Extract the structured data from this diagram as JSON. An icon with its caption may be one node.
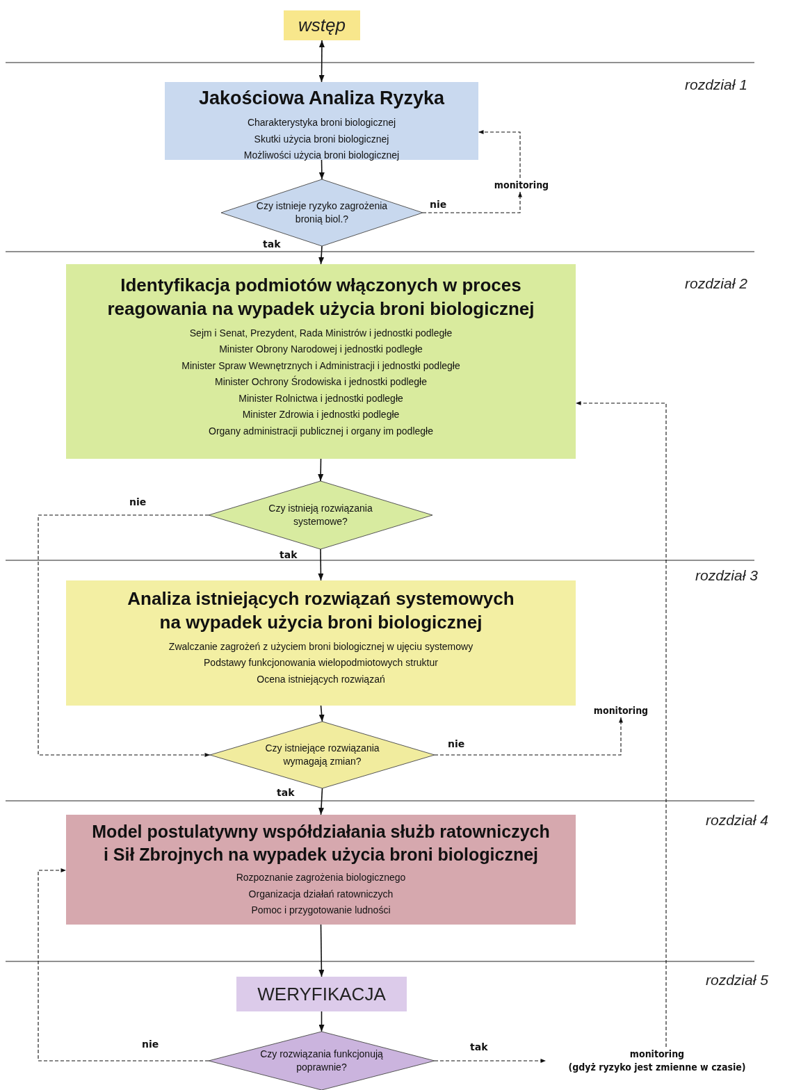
{
  "diagram": {
    "nodes": [
      {
        "text": [
          "wstęp"
        ]
      },
      {
        "text": [
          "Jakościowa Analiza Ryzyka",
          "Charakterystyka broni biologicznej",
          "Skutki użycia broni biologicznej",
          "Możliwości użycia broni biologicznej"
        ]
      },
      {
        "text": [
          "monitoring"
        ]
      },
      {
        "text": [
          "Czy istnieje ryzyko zagrożenia bronią biol.?"
        ]
      },
      {
        "text": [
          "Identyfikacja podmiotów włączonych w proces reagowania na wypadek użycia broni biologicznej",
          "Sejm i Senat, Prezydent, Rada Ministrów i jednostki podległe",
          "Minister Obrony Narodowej i jednostki podległe",
          "Minister Spraw Wewnętrznych i Administracji i jednostki podległe",
          "Minister Ochrony Środowiska i jednostki podległe",
          "Minister Rolnictwa i jednostki podległe",
          "Minister Zdrowia i jednostki podległe",
          "Organy administracji publicznej i organy im podległe"
        ]
      },
      {
        "text": [
          "Czy istnieją rozwiązania systemowe?"
        ]
      },
      {
        "text": [
          "Analiza istniejących rozwiązań systemowych na wypadek użycia broni biologicznej",
          "Zwalczanie zagrożeń z użyciem broni biologicznej w ujęciu systemowy",
          "Podstawy funkcjonowania wielopodmiotowych struktur",
          "Ocena istniejących rozwiązań"
        ]
      },
      {
        "text": [
          "monitoring"
        ]
      },
      {
        "text": [
          "Czy istniejące rozwiązania wymagają zmian?"
        ]
      },
      {
        "text": [
          "Model postulatywny współdziałania służb ratowniczych i Sił Zbrojnych na wypadek użycia broni biologicznej",
          "Rozpoznanie zagrożenia biologicznego",
          "Organizacja działań ratowniczych",
          "Pomoc i przygotowanie ludności"
        ]
      },
      {
        "text": [
          "WERYFIKACJA"
        ]
      },
      {
        "text": [
          "Czy rozwiązania funkcjonują poprawnie?"
        ]
      },
      {
        "text": [
          "monitoring",
          "(gdyż ryzyko jest zmienne w czasie)"
        ]
      }
    ],
    "edges": [
      {
        "from": 0,
        "to": 1,
        "arrow": "both"
      },
      {
        "from": 1,
        "to": 3,
        "arrow": "to"
      },
      {
        "from": 3,
        "to": 2,
        "arrow": "to",
        "label": "nie",
        "style": "dashed"
      },
      {
        "from": 2,
        "to": 1,
        "arrow": "to",
        "style": "dashed"
      },
      {
        "from": 3,
        "to": 4,
        "arrow": "to",
        "label": "tak"
      },
      {
        "from": 4,
        "to": 5,
        "arrow": "to"
      },
      {
        "from": 5,
        "to": 8,
        "arrow": "to",
        "label": "nie",
        "style": "dashed"
      },
      {
        "from": 5,
        "to": 6,
        "arrow": "to",
        "label": "tak"
      },
      {
        "from": 6,
        "to": 8,
        "arrow": "to"
      },
      {
        "from": 8,
        "to": 7,
        "arrow": "to",
        "label": "nie",
        "style": "dashed"
      },
      {
        "from": 8,
        "to": 9,
        "arrow": "to",
        "label": "tak"
      },
      {
        "from": 9,
        "to": 10,
        "arrow": "to"
      },
      {
        "from": 10,
        "to": 11,
        "arrow": "to"
      },
      {
        "from": 11,
        "to": 9,
        "arrow": "to",
        "label": "nie",
        "style": "dashed"
      },
      {
        "from": 11,
        "to": 12,
        "arrow": "to",
        "label": "tak",
        "style": "dashed"
      },
      {
        "from": 12,
        "to": 4,
        "arrow": "to",
        "style": "dashed"
      }
    ],
    "labels": [
      "rozdział 1",
      "rozdział 2",
      "rozdział 3",
      "rozdział 4",
      "rozdział 5"
    ]
  }
}
